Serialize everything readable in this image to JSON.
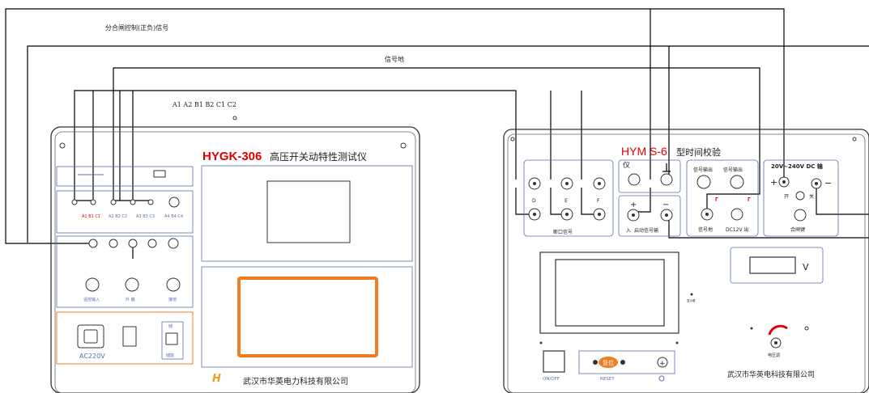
{
  "wires": {
    "top_label": "分合闸控制(正负)信号",
    "ground_label": "信号地",
    "channel_label": "A1  A2  B1  B2  C1  C2"
  },
  "left_device": {
    "model": "HYGK-306",
    "name": "高压开关动特性测试仪",
    "row1_labels": [
      "A1  B1  C1",
      "A2  B2  C2",
      "A3  B3  C3",
      "A4  B4  C4"
    ],
    "row3_labels": [
      "遥控输入",
      "外  触",
      "接地"
    ],
    "power_label": "AC220V",
    "side_labels": [
      "储",
      "储能"
    ],
    "logo_glyph": "H",
    "company": "武汉市华英电力科技有限公司"
  },
  "right_device": {
    "model_red": "HYM S-6",
    "model_black": " 型时间校验",
    "model_wrap": "仪",
    "fracture_labels": [
      "D",
      "E",
      "F"
    ],
    "fracture_group": "断口信号",
    "trigger_group": "启动信号输",
    "trigger_sub": "入",
    "trigger_signs": [
      "+",
      "−"
    ],
    "signal_out": [
      "信号输出",
      "信号输出"
    ],
    "signal_ground": "信号地",
    "dc_out": "DC12V 出",
    "power_header": "20V~240V DC  输",
    "power_signs": [
      "+",
      "−"
    ],
    "switch_labels": [
      "开",
      "关"
    ],
    "close_key": "合闸键",
    "display_unit": "V",
    "switch_label": "ON/OFF",
    "reset_button": "复位",
    "reset_label": "RESET",
    "small_label_1": "显示屏",
    "small_label_2": "电压调",
    "company": "武汉市华英电科技有限公司"
  },
  "colors": {
    "accent_red": "#e00000",
    "panel_blue": "#5a6fb0",
    "orange": "#ef7d22"
  }
}
